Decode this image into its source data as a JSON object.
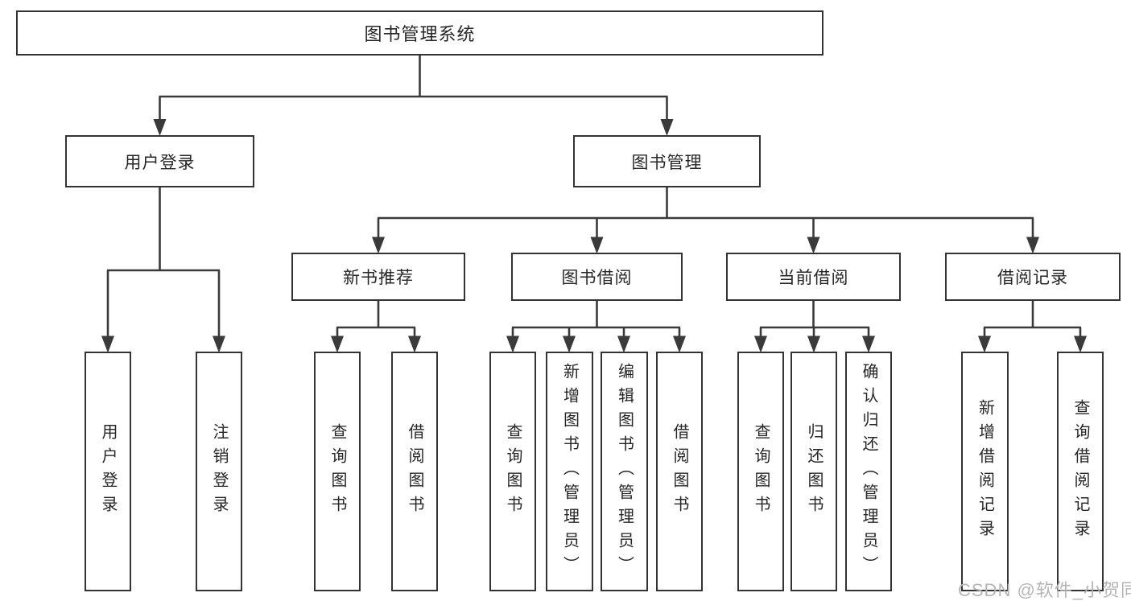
{
  "diagram": {
    "root": "图书管理系统",
    "level2": {
      "user_login": "用户登录",
      "book_mgmt": "图书管理"
    },
    "level3": {
      "new_book_rec": "新书推荐",
      "book_borrow": "图书借阅",
      "current_borrow": "当前借阅",
      "borrow_record": "借阅记录"
    },
    "leaves": {
      "user_login_leaf": "用户登录",
      "logout": "注销登录",
      "rec_query": "查询图书",
      "rec_borrow": "借阅图书",
      "bor_query": "查询图书",
      "bor_add": "新增图书（管理员）",
      "bor_edit": "编辑图书（管理员）",
      "bor_borrow": "借阅图书",
      "cur_query": "查询图书",
      "cur_return": "归还图书",
      "cur_confirm": "确认归还（管理员）",
      "rec2_add": "新增借阅记录",
      "rec2_query": "查询借阅记录"
    },
    "hierarchy": {
      "图书管理系统": [
        "用户登录",
        "图书管理"
      ],
      "用户登录": [
        "用户登录",
        "注销登录"
      ],
      "图书管理": [
        "新书推荐",
        "图书借阅",
        "当前借阅",
        "借阅记录"
      ],
      "新书推荐": [
        "查询图书",
        "借阅图书"
      ],
      "图书借阅": [
        "查询图书",
        "新增图书（管理员）",
        "编辑图书（管理员）",
        "借阅图书"
      ],
      "当前借阅": [
        "查询图书",
        "归还图书",
        "确认归还（管理员）"
      ],
      "借阅记录": [
        "新增借阅记录",
        "查询借阅记录"
      ]
    },
    "watermark": "CSDN @软件_小贺同学",
    "colors": {
      "line": "#3a3a3a",
      "border": "#333333",
      "text": "#262626",
      "background": "#ffffff",
      "watermark": "#b5b5b5"
    }
  }
}
